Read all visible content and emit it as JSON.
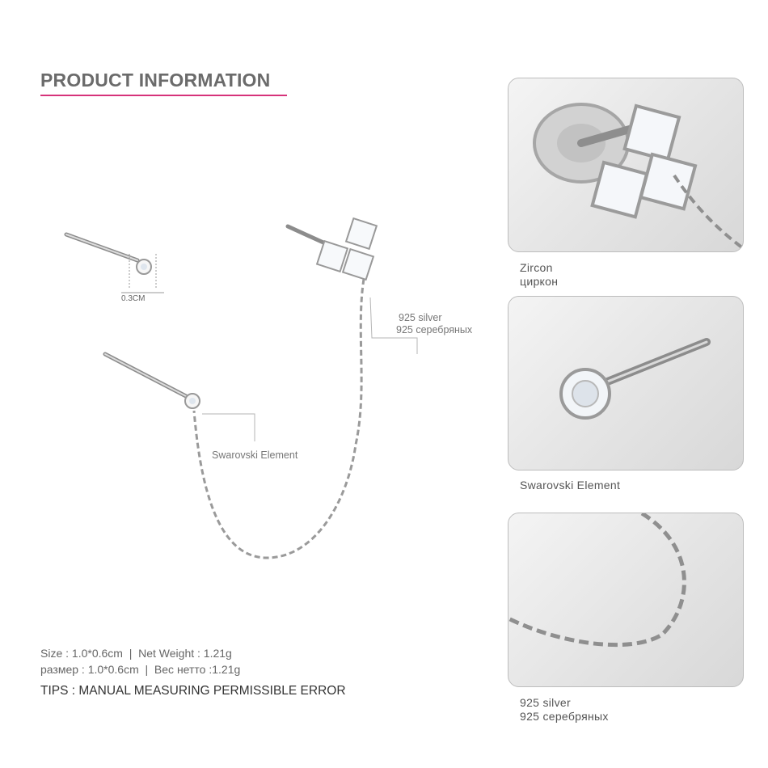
{
  "header": {
    "title": "PRODUCT INFORMATION"
  },
  "main": {
    "dimension_label": "0.3CM",
    "callout_silver": {
      "line1": "925 silver",
      "line2": "925 серебряных"
    },
    "callout_swarovski": "Swarovski Element"
  },
  "specs": {
    "line_en": "Size : 1.0*0.6cm  |  Net Weight : 1.21g",
    "line_ru": "размер : 1.0*0.6cm  |  Вес нетто :1.21g",
    "tips": "TIPS : MANUAL MEASURING PERMISSIBLE ERROR"
  },
  "details": [
    {
      "caption_line1": "Zircon",
      "caption_line2": "циркон"
    },
    {
      "caption_line1": "Swarovski Element"
    },
    {
      "caption_line1": "925 silver",
      "caption_line2": "925 серебряных"
    }
  ],
  "colors": {
    "accent_underline": "#d6337a",
    "silver": "#9a9a9a"
  }
}
